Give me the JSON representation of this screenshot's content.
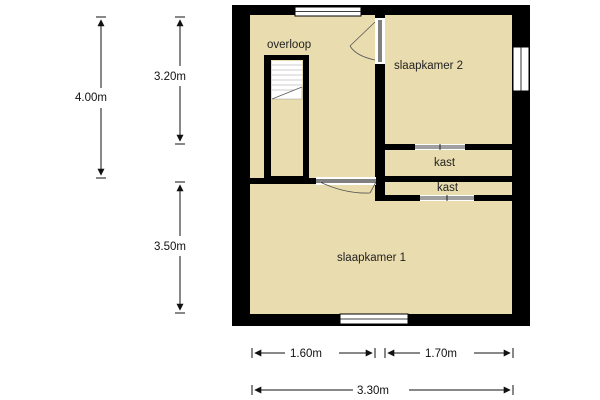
{
  "rooms": {
    "landing": "overloop",
    "bedroom2": "slaapkamer 2",
    "closet_upper": "kast",
    "closet_lower": "kast",
    "bedroom1": "slaapkamer 1"
  },
  "dimensions": {
    "total_height": "4.00m",
    "upper_height": "3.20m",
    "lower_height": "3.50m",
    "left_width": "1.60m",
    "right_width": "1.70m",
    "total_width": "3.30m"
  },
  "colors": {
    "floor": "#e9dcae",
    "wall": "#000000",
    "window": "#ffffff",
    "stair_tread": "#ffffff"
  }
}
